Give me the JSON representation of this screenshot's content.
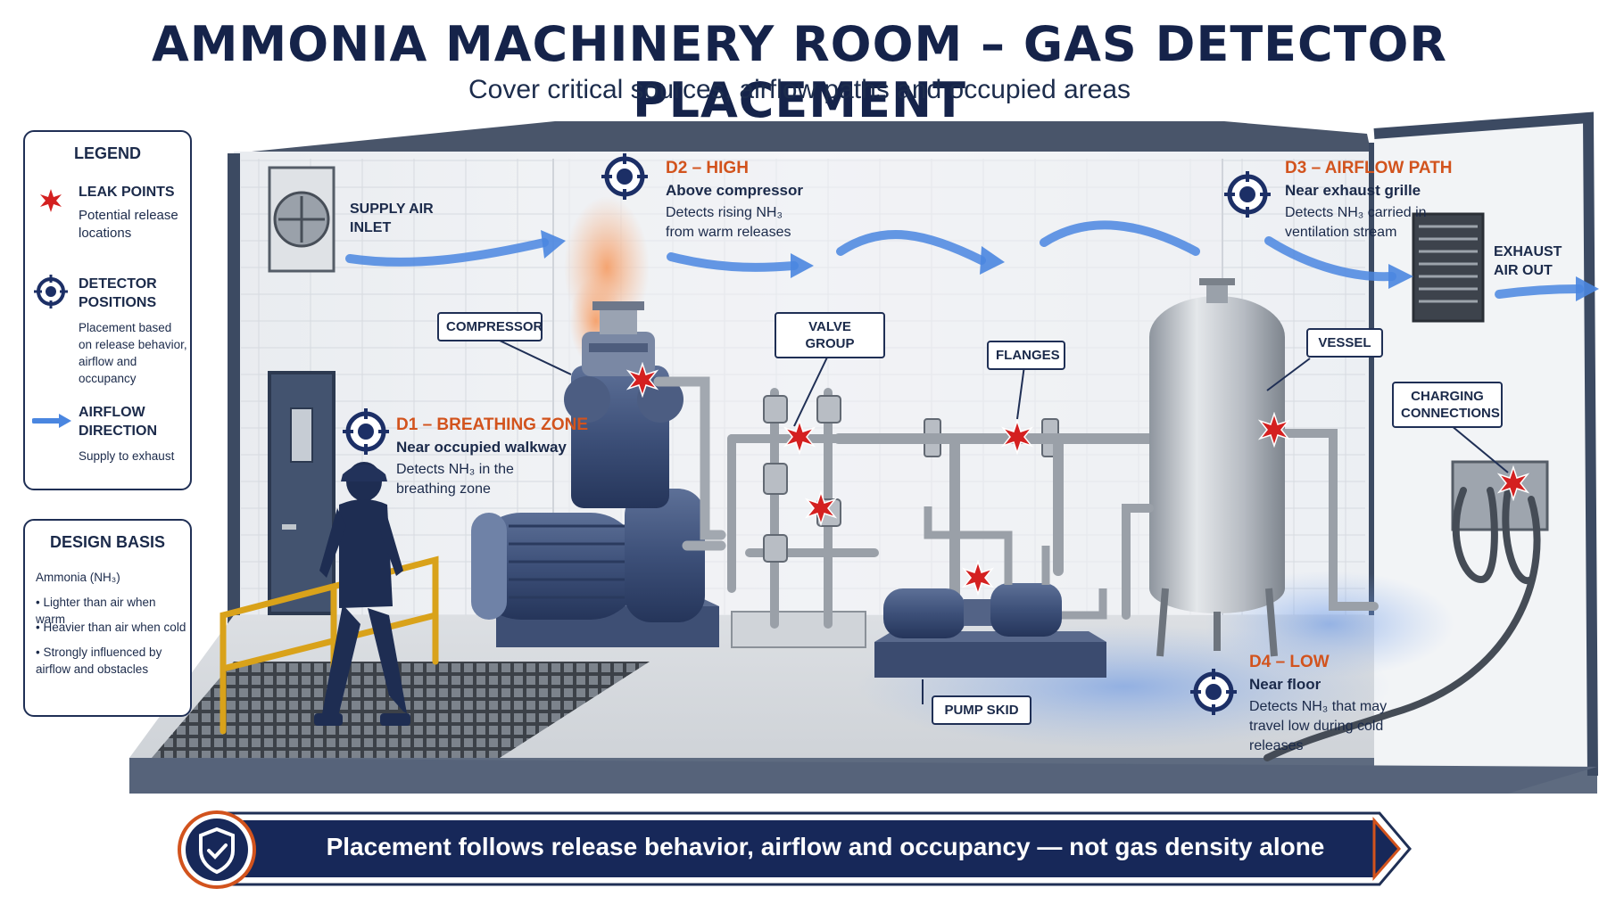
{
  "header": {
    "title": "AMMONIA MACHINERY ROOM – GAS DETECTOR PLACEMENT",
    "subtitle": "Cover critical sources, airflow paths and occupied areas"
  },
  "legend": {
    "heading": "LEGEND",
    "items": [
      {
        "label": "LEAK POINTS",
        "description": "Potential release locations",
        "icon": "leak-star-icon"
      },
      {
        "label": "DETECTOR POSITIONS",
        "description": "Placement based on release behavior, airflow and occupancy",
        "icon": "detector-target-icon"
      },
      {
        "label": "AIRFLOW DIRECTION",
        "description": "Supply to exhaust",
        "icon": "airflow-arrow-icon"
      }
    ]
  },
  "design_basis": {
    "heading": "DESIGN BASIS",
    "intro": "Ammonia (NH₃)",
    "bullets": [
      "Lighter than air when warm",
      "Heavier than air when cold",
      "Strongly influenced by airflow and obstacles"
    ]
  },
  "airflow": {
    "supply": "SUPPLY AIR INLET",
    "exhaust": "EXHAUST AIR OUT"
  },
  "detectors": {
    "d1": {
      "title": "D1 – BREATHING ZONE",
      "subtitle": "Near occupied walkway",
      "description": "Detects NH₃ in the breathing zone"
    },
    "d2": {
      "title": "D2 – HIGH",
      "subtitle": "Above compressor",
      "description": "Detects rising NH₃ from warm releases"
    },
    "d3": {
      "title": "D3 – AIRFLOW PATH",
      "subtitle": "Near exhaust grille",
      "description": "Detects NH₃ carried in ventilation stream"
    },
    "d4": {
      "title": "D4 – LOW",
      "subtitle": "Near floor",
      "description": "Detects NH₃ that may travel low during cold releases"
    }
  },
  "callouts": {
    "compressor": "COMPRESSOR",
    "valve_group": "VALVE GROUP",
    "flanges": "FLANGES",
    "vessel": "VESSEL",
    "charging": "CHARGING CONNECTIONS",
    "pump_skid": "PUMP SKID"
  },
  "banner": {
    "text": "Placement follows release behavior, airflow and occupancy — not gas density alone",
    "icon": "shield-check-icon"
  },
  "colors": {
    "navy": "#15234a",
    "accent_orange": "#d2531d",
    "leak_red": "#d42020",
    "airflow_blue": "#4a86e0"
  }
}
